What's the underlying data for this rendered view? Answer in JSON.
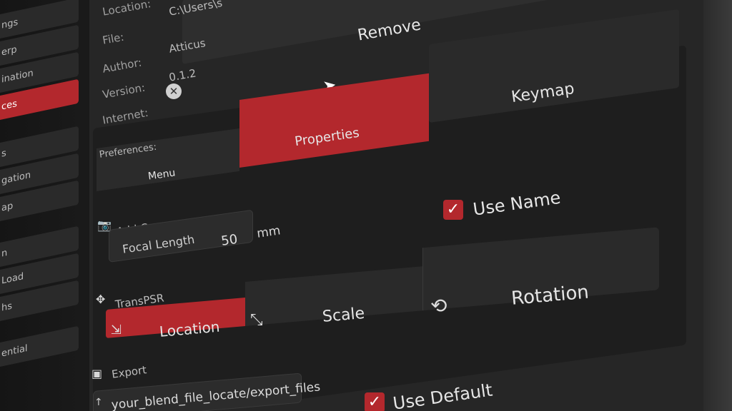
{
  "sidebar": {
    "items": [
      {
        "label": "ngs",
        "active": false
      },
      {
        "label": "erp",
        "active": false
      },
      {
        "label": "ination",
        "active": false
      },
      {
        "label": "ces",
        "active": true
      },
      {
        "label": "s",
        "active": false
      },
      {
        "label": "gation",
        "active": false
      },
      {
        "label": "ap",
        "active": false
      },
      {
        "label": "n",
        "active": false
      },
      {
        "label": "Load",
        "active": false
      },
      {
        "label": "hs",
        "active": false
      },
      {
        "label": "ential",
        "active": false
      }
    ]
  },
  "addon_info": {
    "location_label": "Location:",
    "location_value": "C:\\Users\\s",
    "file_label": "File:",
    "file_value": "",
    "author_label": "Author:",
    "author_value": "Atticus",
    "version_label": "Version:",
    "version_value": "0.1.2",
    "internet_label": "Internet:",
    "remove_label": "Remove"
  },
  "preferences": {
    "label": "Preferences:",
    "tabs": [
      {
        "label": "Menu",
        "active": false
      },
      {
        "label": "Properties",
        "active": true
      },
      {
        "label": "Keymap",
        "active": false
      }
    ]
  },
  "add_cam": {
    "title": "Add Cam",
    "focal_label": "Focal Length",
    "focal_value": "50",
    "focal_unit": "mm",
    "use_name_label": "Use Name",
    "use_name_checked": true
  },
  "trans_psr": {
    "title": "TransPSR",
    "options": [
      {
        "label": "Location",
        "active": true
      },
      {
        "label": "Scale",
        "active": false
      },
      {
        "label": "Rotation",
        "active": false
      }
    ]
  },
  "export": {
    "title": "Export",
    "path_value": "your_blend_file_locate/export_files",
    "use_default_label": "Use Default",
    "use_default_checked": true
  },
  "colors": {
    "accent": "#b3282d",
    "panel": "#262626",
    "background": "#1c1c1c"
  }
}
